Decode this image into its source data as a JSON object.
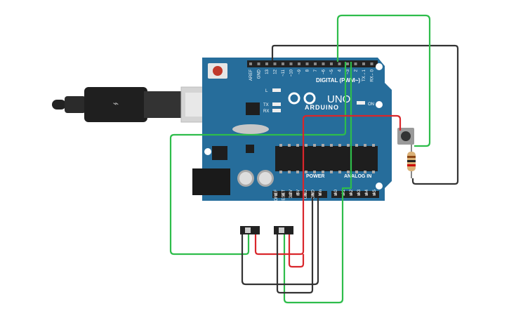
{
  "board": {
    "digital_label": "DIGITAL (PWM~)",
    "brand": "ARDUINO",
    "model": "UNO",
    "on_label": "ON",
    "power_label": "POWER",
    "analog_label": "ANALOG IN",
    "led_l": "L",
    "led_tx": "TX",
    "led_rx": "RX",
    "digital_pins": [
      "AREF",
      "GND",
      "13",
      "12",
      "~11",
      "~10",
      "~9",
      "8",
      "7",
      "~6",
      "~5",
      "4",
      "~3",
      "2",
      "TX→1",
      "RX←0"
    ],
    "power_pins": [
      "IOREF",
      "RESET",
      "3.3V",
      "5V",
      "GND",
      "GND",
      "Vin"
    ],
    "analog_pins": [
      "A0",
      "A1",
      "A2",
      "A3",
      "A4",
      "A5"
    ]
  },
  "wire_colors": {
    "green": "#2ebd4b",
    "black": "#333333",
    "red": "#d9262b"
  },
  "board_color": "#266d9b"
}
